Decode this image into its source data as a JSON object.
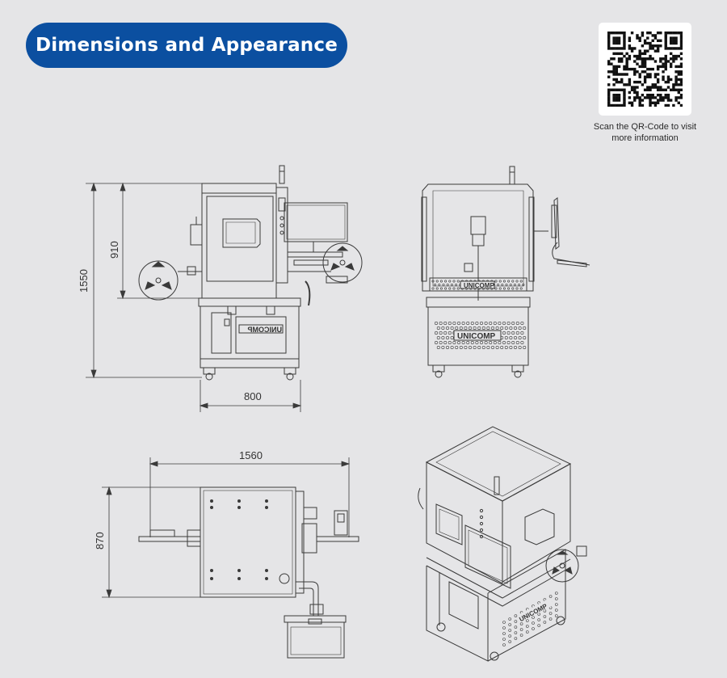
{
  "header": {
    "title": "Dimensions and Appearance"
  },
  "qr": {
    "caption_line1": "Scan the QR-Code to visit",
    "caption_line2": "more information"
  },
  "front_view": {
    "height_total": "1550",
    "height_upper": "910",
    "width": "800",
    "logo_front": "UNICOMP"
  },
  "side_view": {
    "logo_upper": "UNICOMP",
    "logo_lower": "UNICOMP"
  },
  "top_view": {
    "length": "1560",
    "depth": "870"
  },
  "iso_view": {
    "logo": "UNICOMP"
  },
  "colors": {
    "title_bg": "#0b4fa0",
    "page_bg": "#e5e5e7",
    "line": "#3a3a3a"
  }
}
